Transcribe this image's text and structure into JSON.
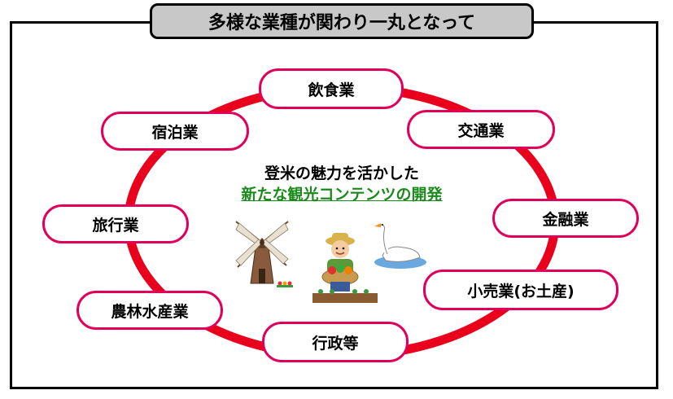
{
  "title": "多様な業種が関わり一丸となって",
  "center": {
    "line1": "登米の魅力を活かした",
    "line2": "新たな観光コンテンツの開発"
  },
  "nodes": {
    "restaurant": "飲食業",
    "transport": "交通業",
    "finance": "金融業",
    "retail": "小売業(お土産)",
    "government": "行政等",
    "agriculture": "農林水産業",
    "travel": "旅行業",
    "lodging": "宿泊業"
  },
  "colors": {
    "ring": "#e8001c",
    "node_border": "#e0005a",
    "title_bg": "#c8c8c8",
    "highlight_text": "#1a8a1a"
  },
  "icons": [
    "windmill-icon",
    "farmer-icon",
    "swan-icon"
  ]
}
